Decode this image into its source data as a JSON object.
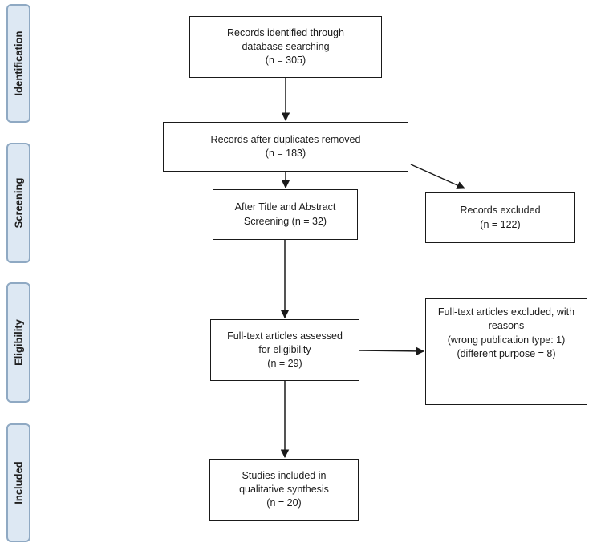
{
  "stages": {
    "identification": "Identification",
    "screening": "Screening",
    "eligibility": "Eligibility",
    "included": "Included"
  },
  "boxes": {
    "identified": {
      "line1": "Records identified through",
      "line2": "database searching",
      "count": "(n = 305)"
    },
    "after_duplicates": {
      "line1": "Records after duplicates removed",
      "count": "(n = 183)"
    },
    "title_abstract": {
      "line1": "After Title and Abstract",
      "line2": "Screening (n = 32)"
    },
    "records_excluded": {
      "line1": "Records excluded",
      "count": "(n = 122)"
    },
    "full_text_assessed": {
      "line1": "Full-text articles assessed",
      "line2": "for eligibility",
      "count": "(n = 29)"
    },
    "full_text_excluded": {
      "line1": "Full-text articles excluded, with",
      "line2": "reasons",
      "line3": "(wrong publication type: 1)",
      "line4": "(different purpose = 8)"
    },
    "included_studies": {
      "line1": "Studies included in",
      "line2": "qualitative synthesis",
      "count": "(n = 20)"
    }
  },
  "colors": {
    "stage_fill": "#dde8f3",
    "stage_border": "#8fa9c3",
    "box_border": "#1a1a1a",
    "arrow": "#1a1a1a"
  }
}
